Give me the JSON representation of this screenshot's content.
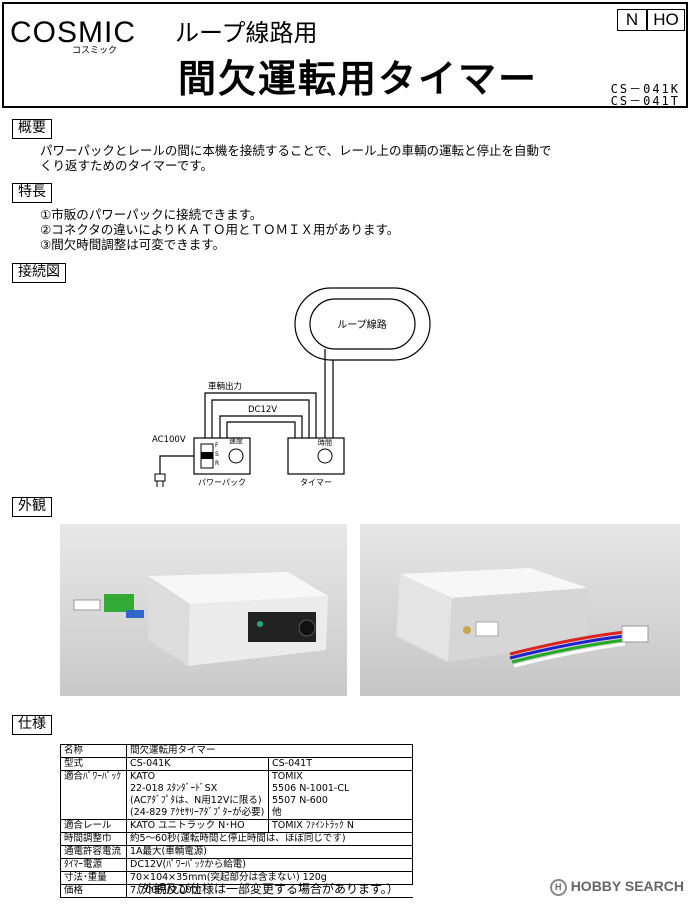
{
  "header": {
    "logo": "COSMIC",
    "logo_sub": "コスミック",
    "subtitle": "ループ線路用",
    "title": "間欠運転用タイマー",
    "scales": [
      "N",
      "HO"
    ],
    "codes": [
      "CS－041K",
      "CS－041T"
    ]
  },
  "overview": {
    "heading": "概要",
    "lines": [
      "パワーパックとレールの間に本機を接続することで、レール上の車輌の運転と停止を自動で",
      "くり返すためのタイマーです。"
    ]
  },
  "features": {
    "heading": "特長",
    "items": [
      "①市販のパワーパックに接続できます。",
      "②コネクタの違いによりＫＡＴＯ用とＴＯＭＩＸ用があります。",
      "③間欠時間調整は可変できます。"
    ]
  },
  "wiring": {
    "heading": "接続図",
    "loop_label": "ループ線路",
    "vehicle_output": "車輌出力",
    "dc12v": "DC12V",
    "ac100v": "AC100V",
    "speed": "速度",
    "time": "時間",
    "powerpack": "パワーパック",
    "timer": "タイマー",
    "switch_f": "F",
    "switch_s": "S",
    "switch_r": "R"
  },
  "appearance": {
    "heading": "外観"
  },
  "specs": {
    "heading": "仕様",
    "rows": [
      [
        "名称",
        "間欠運転用タイマー",
        ""
      ],
      [
        "型式",
        "CS-041K",
        "CS-041T"
      ],
      [
        "適合ﾊﾟﾜｰﾊﾟｯｸ",
        "KATO",
        "TOMIX"
      ],
      [
        "",
        "22-018 ｽﾀﾝﾀﾞｰﾄﾞSX",
        "5506 N-1001-CL"
      ],
      [
        "",
        "(ACｱﾀﾞﾌﾟﾀは、N用12Vに限る)",
        "5507 N-600"
      ],
      [
        "",
        "(24-829 ｱｸｾｻﾘｰｱﾀﾞﾌﾟﾀｰが必要)",
        "他"
      ],
      [
        "適合レール",
        "KATO ユニトラック N･HO",
        "TOMIX ﾌｧｲﾝﾄﾗｯｸ N"
      ],
      [
        "時間調整巾",
        "約5～60秒(運転時間と停止時間は、ほぼ同じです)",
        ""
      ],
      [
        "通電許容電流",
        "1A最大(車輌電源)",
        ""
      ],
      [
        "ﾀｲﾏｰ電源",
        "DC12V(ﾊﾟﾜｰﾊﾟｯｸから給電)",
        ""
      ],
      [
        "寸法･重量",
        "70×104×35mm(突起部分は含まない) 120g",
        ""
      ],
      [
        "価格",
        "7,700円(7,000)",
        ""
      ]
    ]
  },
  "footnote": "（外観及び仕様は一部変更する場合があります。）",
  "watermark": "HOBBY SEARCH",
  "colors": {
    "photo_bg": "#d8d8d8",
    "case": "#eeeeee",
    "watermark": "#666666"
  }
}
